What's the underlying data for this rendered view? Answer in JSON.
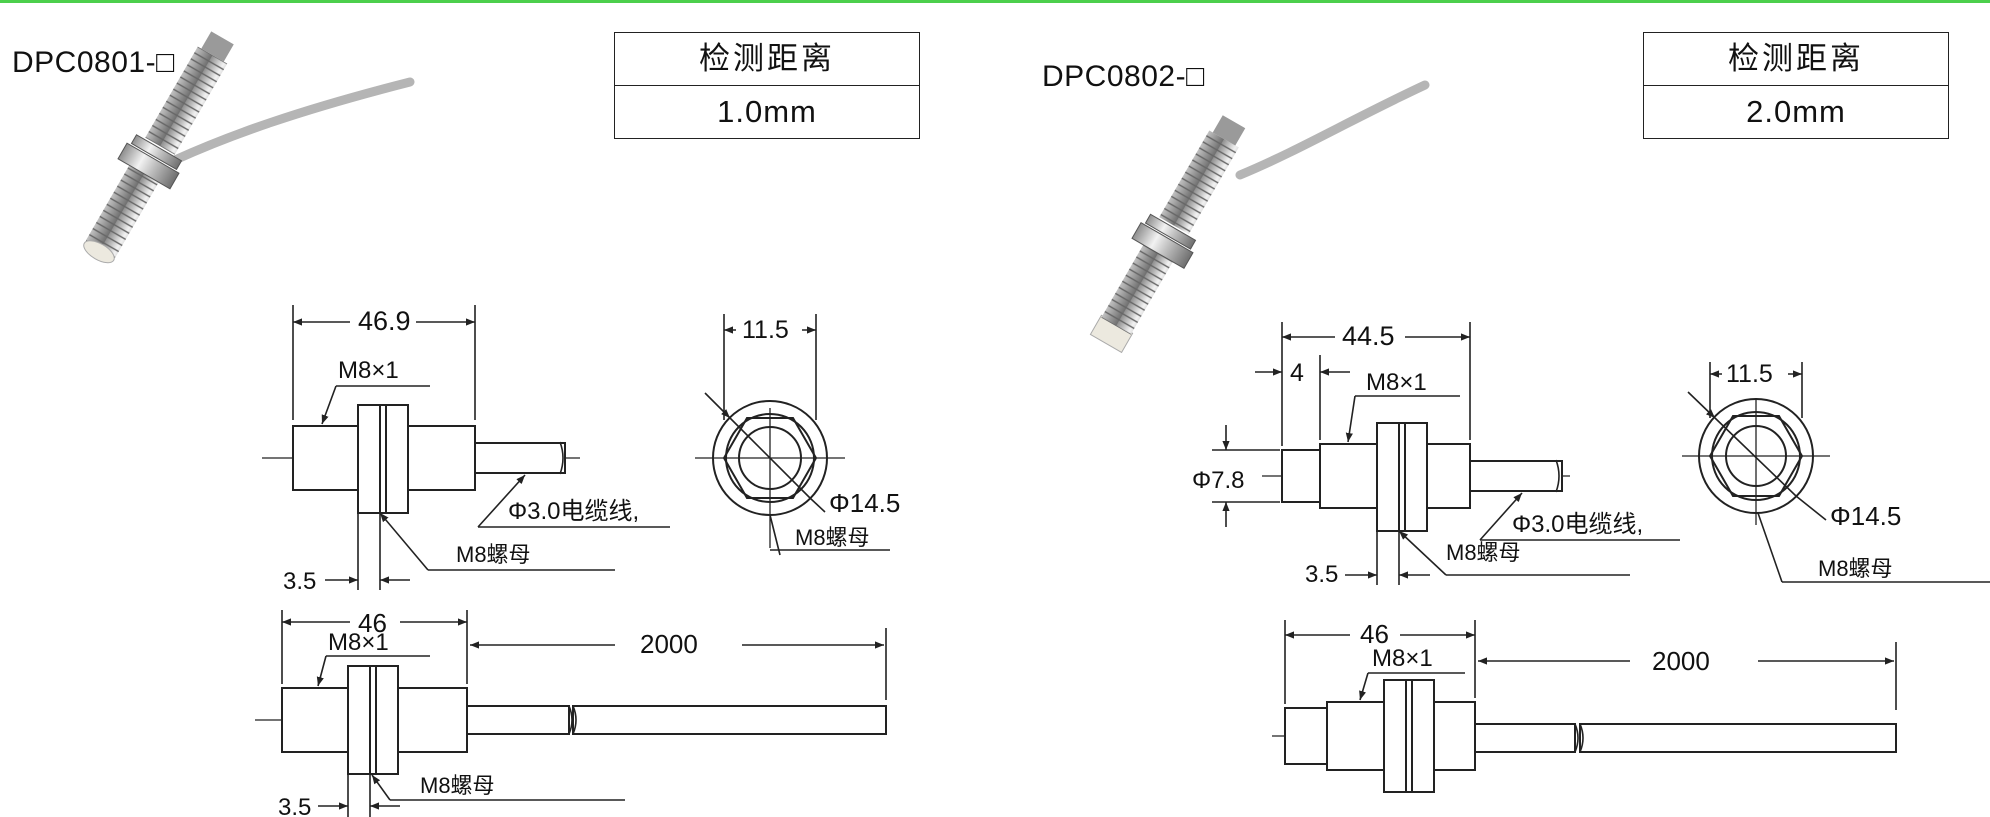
{
  "colors": {
    "top_line": "#4ccf4c",
    "line": "#222222",
    "sensor_metal": "#c9c9c9",
    "cable": "#b5b5b5"
  },
  "icons": {
    "sensor_photo": "proximity-sensor-photo"
  },
  "left": {
    "model": "DPC0801-□",
    "spec_header": "检测距离",
    "spec_value": "1.0mm",
    "dims": {
      "length": "46.9",
      "thread": "M8×1",
      "cable": "Φ3.0电缆线,",
      "nut": "M8螺母",
      "nut_gap": "3.5",
      "hex_width": "11.5",
      "nut_dia": "Φ14.5",
      "length2": "46",
      "thread2": "M8×1",
      "cable_len": "2000",
      "nut_gap2": "3.5",
      "nut2": "M8螺母"
    }
  },
  "right": {
    "model": "DPC0802-□",
    "spec_header": "检测距离",
    "spec_value": "2.0mm",
    "dims": {
      "length": "44.5",
      "face_len": "4",
      "thread": "M8×1",
      "face_dia": "Φ7.8",
      "cable": "Φ3.0电缆线,",
      "nut": "M8螺母",
      "nut_gap": "3.5",
      "hex_width": "11.5",
      "nut_dia": "Φ14.5",
      "nut_side": "M8螺母",
      "length2": "46",
      "thread2": "M8×1",
      "cable_len": "2000"
    }
  }
}
